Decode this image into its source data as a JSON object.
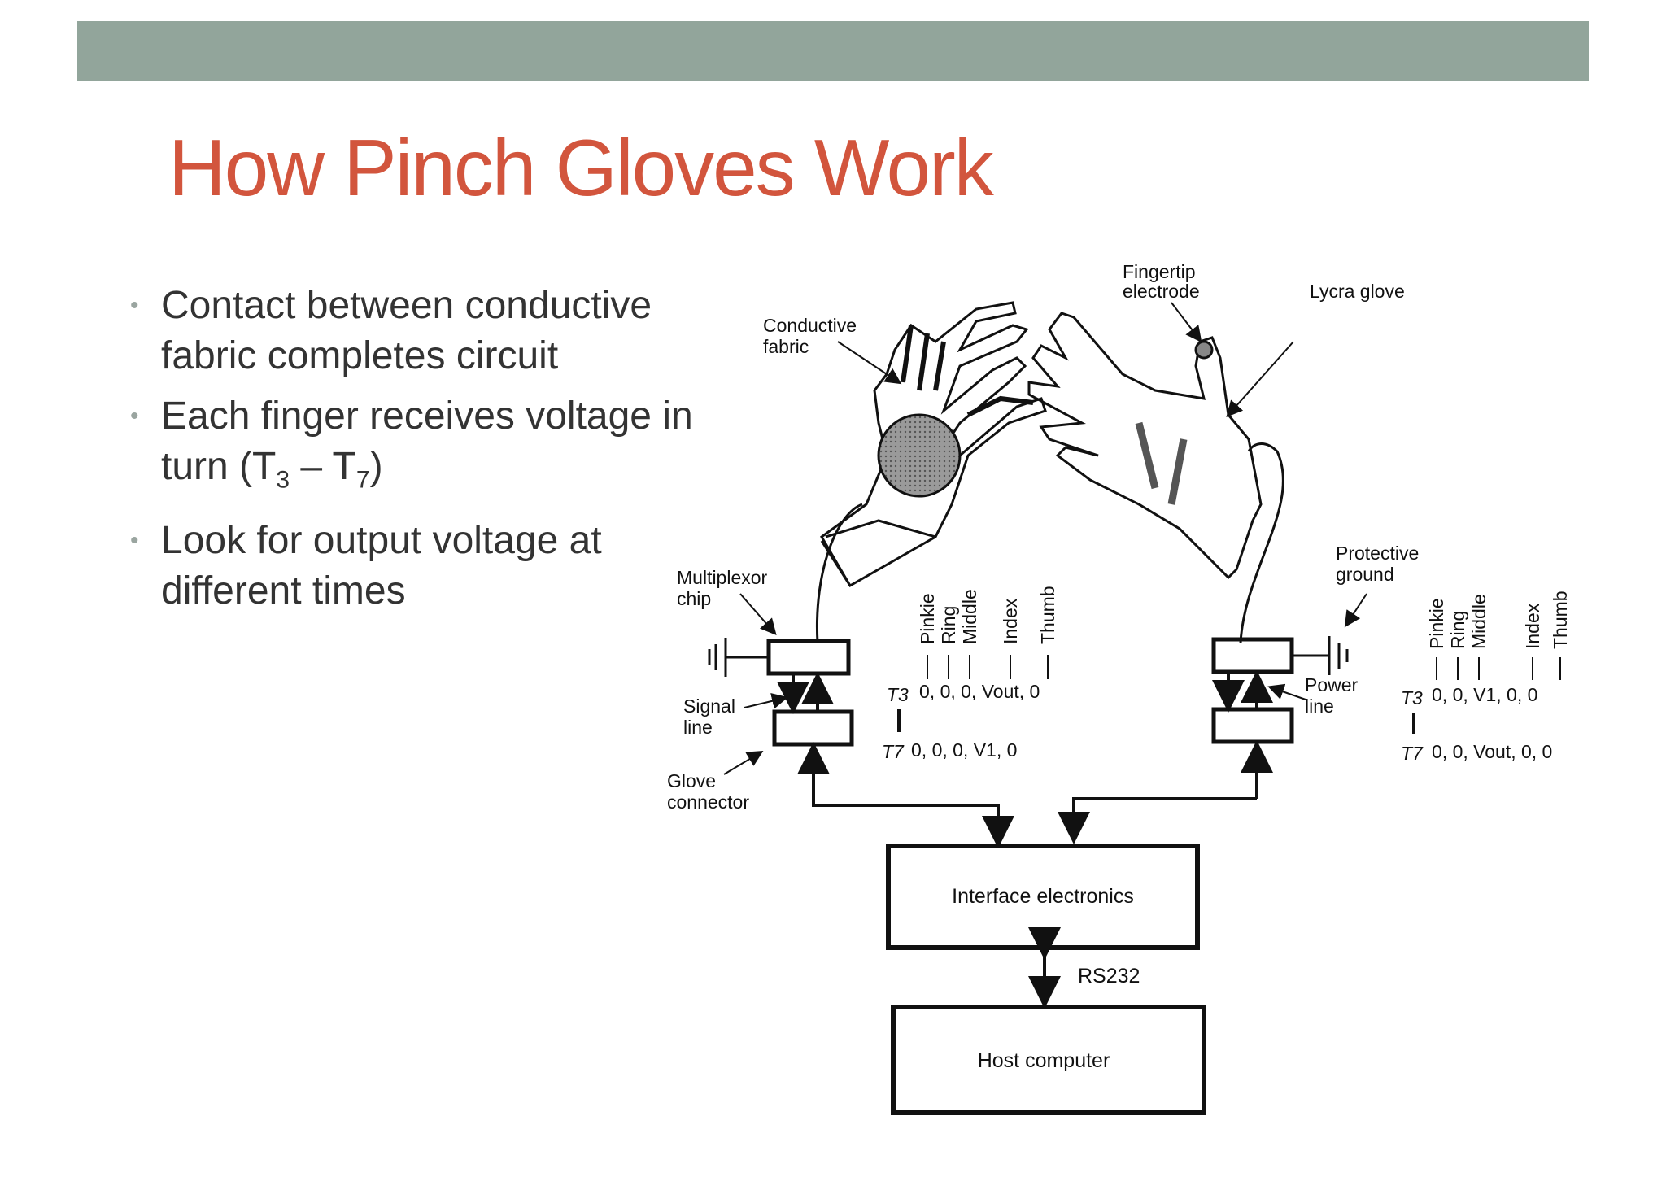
{
  "colors": {
    "header_bar": "#92a59b",
    "title": "#d2553d",
    "body_text": "#333333"
  },
  "slide": {
    "title": "How Pinch Gloves Work",
    "bullets": [
      {
        "text": "Contact between conductive fabric completes circuit"
      },
      {
        "text_pre": "Each finger receives voltage in turn (T",
        "sub1": "3",
        "mid": " – T",
        "sub2": "7",
        "post": ")"
      },
      {
        "text": "Look for output voltage at different times"
      }
    ]
  },
  "diagram": {
    "labels": {
      "fingertip_line1": "Fingertip",
      "fingertip_line2": "electrode",
      "lycra": "Lycra glove",
      "conductive_line1": "Conductive",
      "conductive_line2": "fabric",
      "multiplexor_line1": "Multiplexor",
      "multiplexor_line2": "chip",
      "signal_line1": "Signal",
      "signal_line2": "line",
      "glove_line1": "Glove",
      "glove_line2": "connector",
      "protective_line1": "Protective",
      "protective_line2": "ground",
      "power_line1": "Power",
      "power_line2": "line",
      "interface": "Interface electronics",
      "rs232": "RS232",
      "host": "Host computer"
    },
    "fingers": [
      "Pinkie",
      "Ring",
      "Middle",
      "Index",
      "Thumb"
    ],
    "left_table": {
      "t3_label": "T3",
      "t3_values": "0, 0, 0, Vout, 0",
      "t7_label": "T7",
      "t7_values": "0, 0, 0, V1, 0"
    },
    "right_table": {
      "t3_label": "T3",
      "t3_values": "0, 0, V1, 0, 0",
      "t7_label": "T7",
      "t7_values": "0, 0, Vout, 0, 0"
    }
  }
}
